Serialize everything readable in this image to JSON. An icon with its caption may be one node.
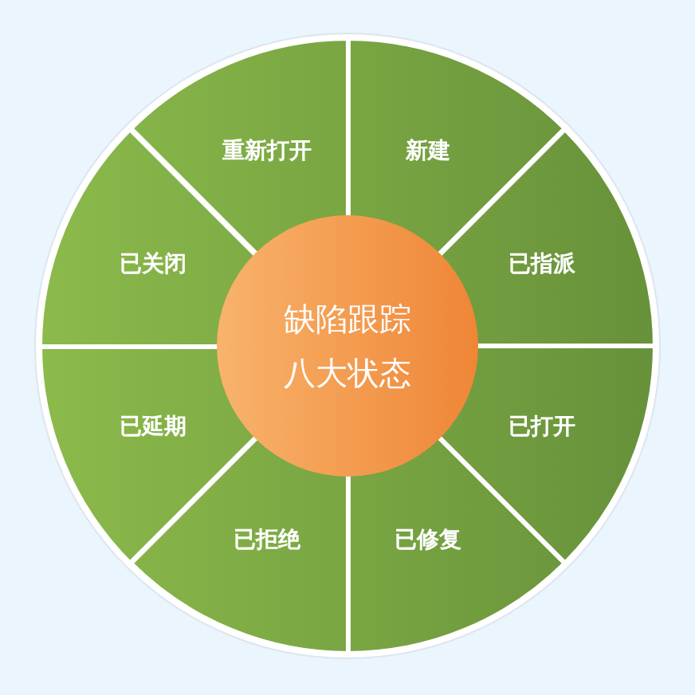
{
  "diagram": {
    "nodes": [
      {
        "text": [
          "缺陷跟踪八大状态"
        ]
      },
      {
        "text": [
          "新建"
        ]
      },
      {
        "text": [
          "已指派"
        ]
      },
      {
        "text": [
          "已打开"
        ]
      },
      {
        "text": [
          "已修复"
        ]
      },
      {
        "text": [
          "已拒绝"
        ]
      },
      {
        "text": [
          "已延期"
        ]
      },
      {
        "text": [
          "已关闭"
        ]
      },
      {
        "text": [
          "重新打开"
        ]
      }
    ]
  }
}
